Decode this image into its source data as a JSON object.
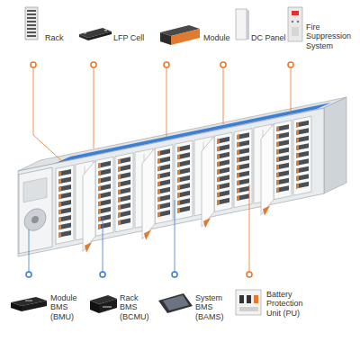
{
  "diagram": {
    "labels": [
      "Rack",
      "LFP Cell",
      "Module",
      "DC Panel",
      "Fire Suppression System",
      "Module BMS (BMU)",
      "Rack BMS (BCMU)",
      "System BMS (BAMS)",
      "Battery Protection Unit (PU)"
    ]
  }
}
